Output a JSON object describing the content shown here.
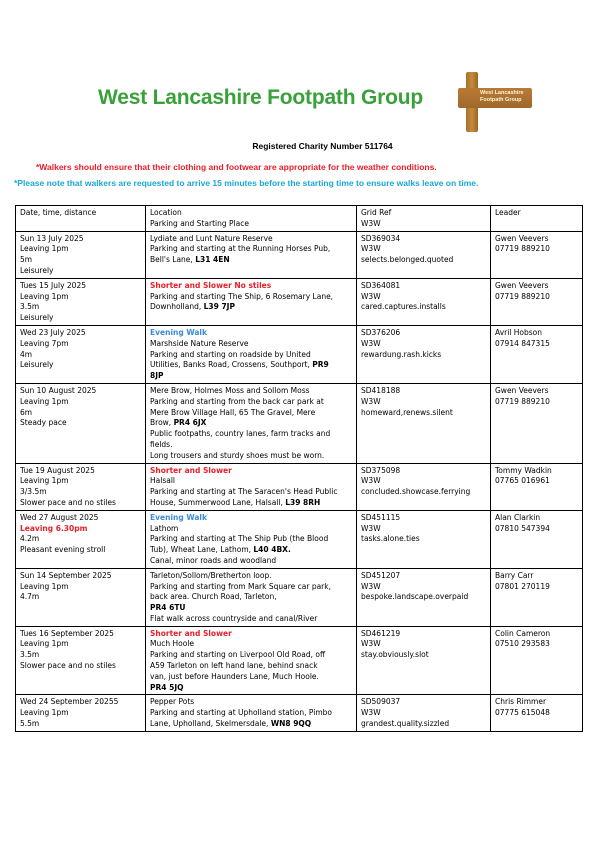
{
  "header": {
    "title": "West Lancashire Footpath Group",
    "logo_lines": [
      "West Lancashire",
      "Footpath Group"
    ]
  },
  "charity_line": "Registered Charity Number   511764",
  "warning": "*Walkers should ensure that their clothing and footwear are appropriate for the weather conditions.",
  "note": "*Please note that walkers are requested to arrive 15 minutes before the starting time to ensure walks leave on time.",
  "table": {
    "headers": {
      "col1": [
        "Date, time, distance"
      ],
      "col2": [
        "Location",
        "Parking and Starting Place"
      ],
      "col3": [
        "Grid Ref",
        "W3W"
      ],
      "col4": [
        "Leader"
      ]
    },
    "rows": [
      {
        "date": [
          "Sun 13 July 2025",
          "Leaving 1pm",
          "5m",
          "Leisurely"
        ],
        "location": [
          {
            "t": "Lydiate and Lunt Nature Reserve"
          },
          {
            "t": "Parking and starting at the  Running Horses Pub,"
          },
          {
            "t": "Bell's Lane, ",
            "pc": "L31 4EN"
          }
        ],
        "grid": [
          "SD369034",
          "W3W",
          "selects.belonged.quoted"
        ],
        "leader": [
          "Gwen Veevers",
          "07719 889210"
        ]
      },
      {
        "date": [
          "Tues  15 July 2025",
          "Leaving 1pm",
          "3.5m",
          "Leisurely"
        ],
        "location": [
          {
            "t": "Shorter and Slower No stiles",
            "style": "red"
          },
          {
            "t": "Parking and starting The Ship, 6 Rosemary Lane,"
          },
          {
            "t": "Downholland, ",
            "pc": "L39 7JP"
          }
        ],
        "grid": [
          "SD364081",
          "W3W",
          "cared.captures.installs"
        ],
        "leader": [
          "Gwen Veevers",
          "07719 889210"
        ]
      },
      {
        "date": [
          "Wed 23 July 2025",
          "Leaving 7pm",
          "4m",
          "Leisurely"
        ],
        "location": [
          {
            "t": "Evening Walk",
            "style": "blue"
          },
          {
            "t": "Marshside Nature Reserve"
          },
          {
            "t": "Parking and starting on roadside by United"
          },
          {
            "t": "Utilities, Banks Road, Crossens, Southport, ",
            "pc": "PR9"
          },
          {
            "t": "",
            "pc": "8JP"
          }
        ],
        "grid": [
          "SD376206",
          "W3W",
          "rewardung.rash.kicks"
        ],
        "leader": [
          "Avril Hobson",
          "07914 847315"
        ]
      },
      {
        "date": [
          "Sun 10 August 2025",
          "Leaving 1pm",
          "6m",
          "Steady pace"
        ],
        "location": [
          {
            "t": "Mere Brow, Holmes Moss and Sollom Moss"
          },
          {
            "t": "Parking and starting from the back car park at"
          },
          {
            "t": "Mere Brow Village Hall, 65 The Gravel, Mere"
          },
          {
            "t": "Brow, ",
            "pc": "PR4 6JX"
          },
          {
            "t": "Public footpaths, country lanes, farm tracks and"
          },
          {
            "t": "fields."
          },
          {
            "t": "Long trousers and sturdy shoes must be worn."
          }
        ],
        "grid": [
          "SD418188",
          "W3W",
          "homeward,renews.silent"
        ],
        "leader": [
          "Gwen Veevers",
          "07719 889210"
        ]
      },
      {
        "date": [
          "Tue 19 August 2025",
          "Leaving 1pm",
          "3/3.5m",
          "Slower pace and no stiles"
        ],
        "location": [
          {
            "t": "Shorter and Slower",
            "style": "red"
          },
          {
            "t": "Halsall"
          },
          {
            "t": "Parking and starting at The Saracen's Head Public"
          },
          {
            "t": "House, Summerwood Lane, Halsall, ",
            "pc": "L39 8RH"
          }
        ],
        "grid": [
          "SD375098",
          "W3W",
          "concluded.showcase.ferrying"
        ],
        "leader": [
          "Tommy Wadkin",
          "07765 016961"
        ]
      },
      {
        "date": [
          "Wed 27 August 2025",
          "Leaving 6.30pm",
          "4.2m",
          "Pleasant evening stroll"
        ],
        "date_red_index": 1,
        "location": [
          {
            "t": "Evening Walk",
            "style": "blue"
          },
          {
            "t": "Lathom"
          },
          {
            "t": "Parking and starting at The Ship Pub (the Blood"
          },
          {
            "t": "Tub), Wheat Lane, Lathom, ",
            "pc": "L40 4BX."
          },
          {
            "t": "Canal, minor roads and woodland"
          }
        ],
        "grid": [
          "SD451115",
          "W3W",
          "tasks.alone.ties"
        ],
        "leader": [
          "Alan Clarkin",
          "07810 547394"
        ]
      },
      {
        "date": [
          "Sun 14 September 2025",
          "Leaving 1pm",
          "4.7m"
        ],
        "location": [
          {
            "t": "Tarleton/Sollom/Bretherton loop."
          },
          {
            "t": "Parking and starting from Mark Square car park,"
          },
          {
            "t": "back area. Church Road, Tarleton,"
          },
          {
            "t": "",
            "pc": "PR4 6TU"
          },
          {
            "t": "Flat walk across countryside and canal/River"
          }
        ],
        "grid": [
          "SD451207",
          "W3W",
          "bespoke.landscape.overpaid"
        ],
        "leader": [
          "Barry Carr",
          "07801 270119"
        ]
      },
      {
        "date": [
          "Tues 16 September 2025",
          "Leaving 1pm",
          "3.5m",
          "Slower pace and no stiles"
        ],
        "location": [
          {
            "t": "Shorter and Slower",
            "style": "red"
          },
          {
            "t": "Much Hoole"
          },
          {
            "t": "Parking and starting on Liverpool Old Road, off"
          },
          {
            "t": "A59 Tarleton on left hand lane, behind snack"
          },
          {
            "t": "van, just before Haunders Lane, Much Hoole."
          },
          {
            "t": "",
            "pc": "PR4 5JQ"
          }
        ],
        "grid": [
          "SD461219",
          "W3W",
          "stay.obviously.slot"
        ],
        "leader": [
          "Colin Cameron",
          "07510 293583"
        ]
      },
      {
        "date": [
          "Wed 24 September 20255",
          "Leaving 1pm",
          "5.5m"
        ],
        "location": [
          {
            "t": "Pepper Pots"
          },
          {
            "t": "Parking and starting at Upholland station, Pimbo"
          },
          {
            "t": "Lane, Upholland, Skelmersdale, ",
            "pc": "WN8 9QQ"
          }
        ],
        "grid": [
          "SD509037",
          "W3W",
          "grandest.quality.sizzled"
        ],
        "leader": [
          "Chris Rimmer",
          "07775 615048"
        ]
      }
    ]
  }
}
